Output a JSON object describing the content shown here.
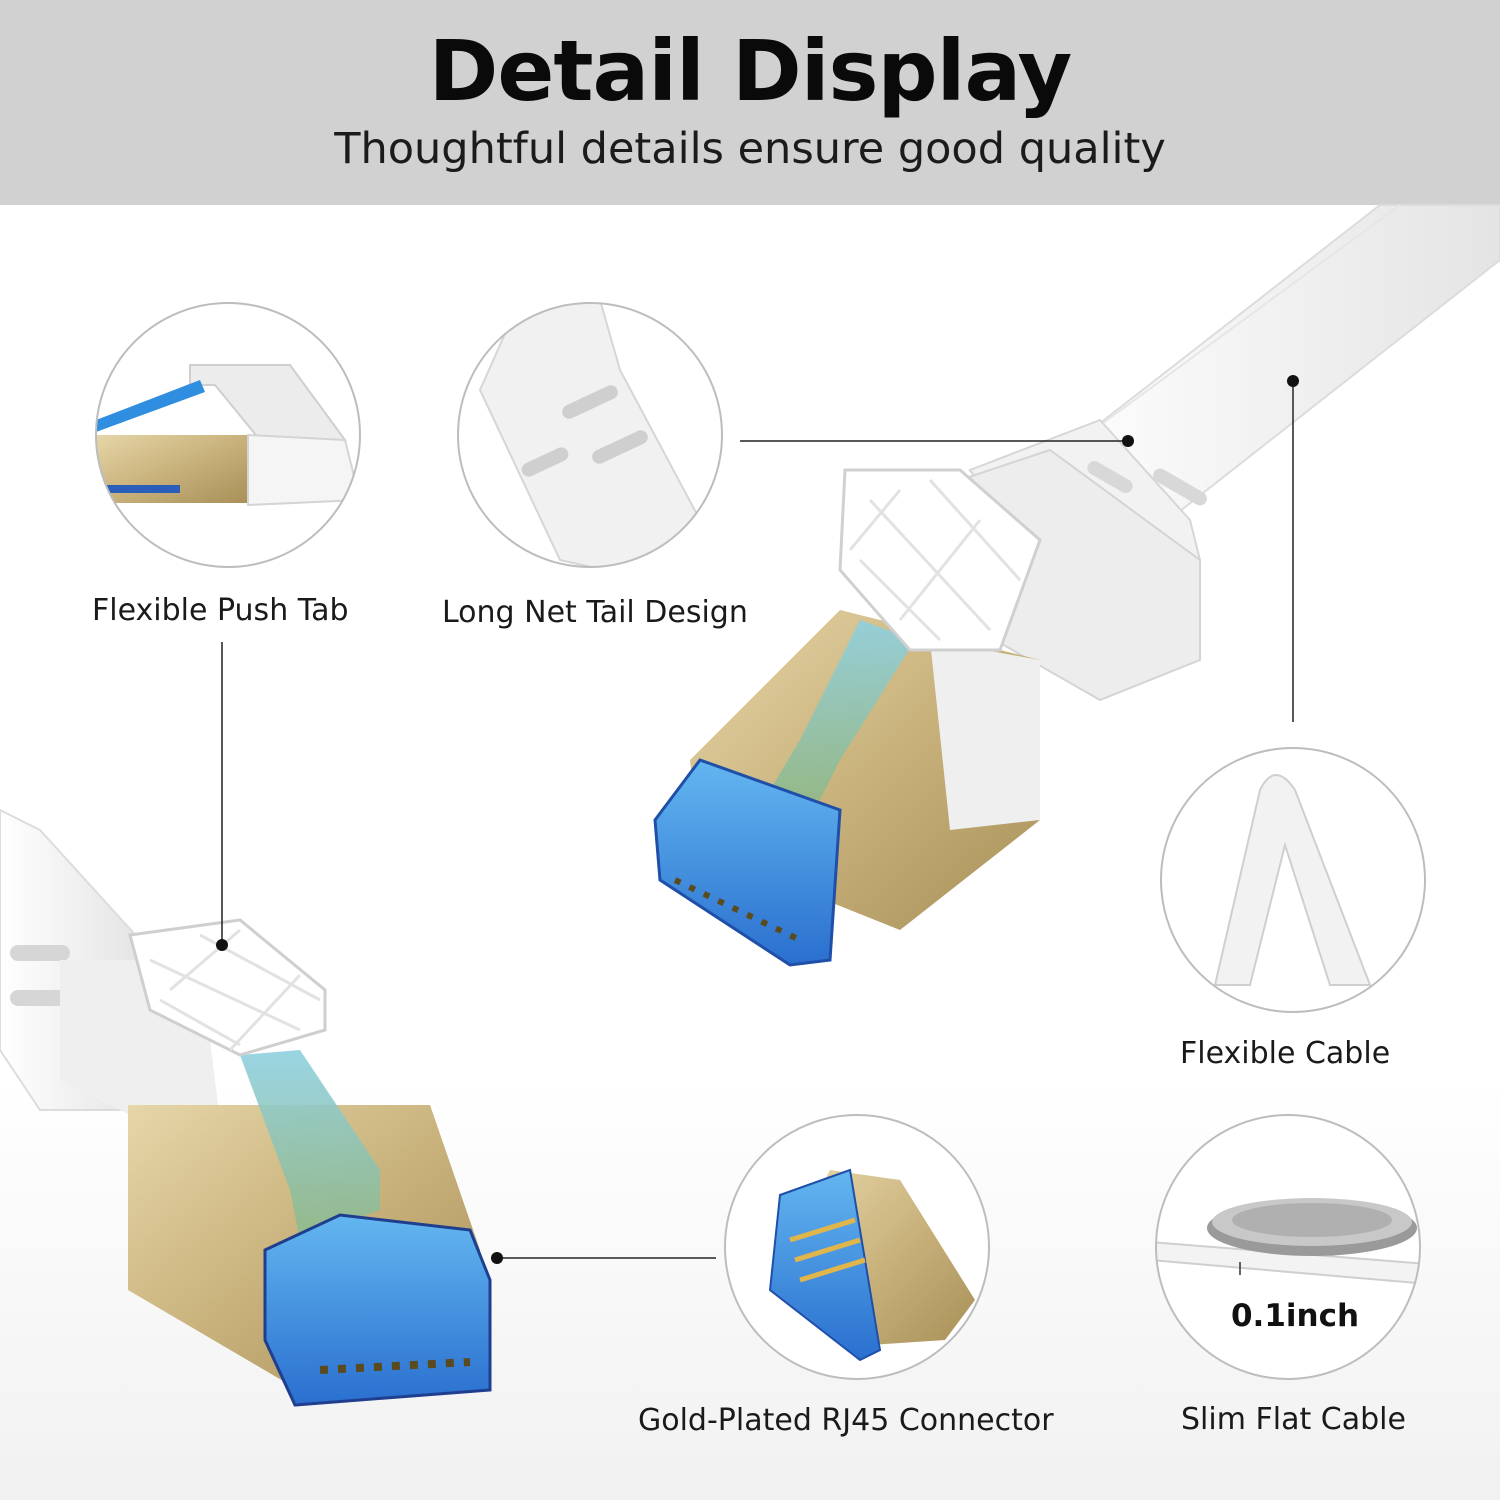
{
  "header": {
    "title": "Detail Display",
    "subtitle": "Thoughtful details ensure good quality"
  },
  "features": [
    {
      "label": "Flexible Push Tab"
    },
    {
      "label": "Long Net Tail Design"
    },
    {
      "label": "Flexible Cable"
    },
    {
      "label": "Gold-Plated RJ45 Connector"
    },
    {
      "label": "Slim Flat Cable"
    }
  ],
  "thickness": {
    "value": "0.1inch"
  },
  "colors": {
    "header_bg": "#d1d1d1",
    "cable_white": "#f4f4f4",
    "gold": "#cfbb8a",
    "connector_blue": "#3a8fd8",
    "clip_green": "#8fbfa6"
  }
}
